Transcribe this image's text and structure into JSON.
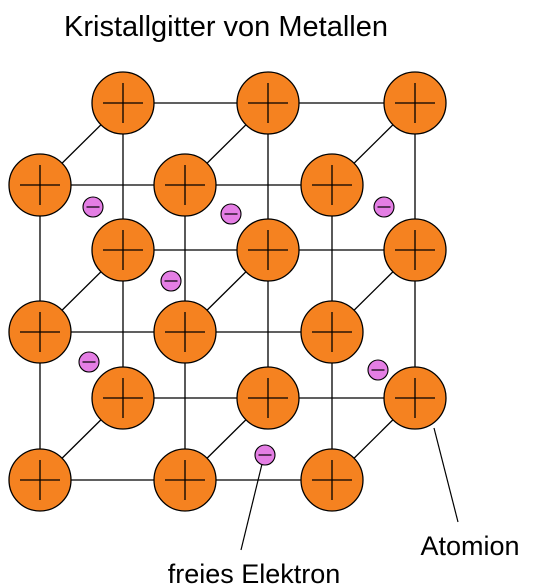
{
  "title": "Kristallgitter von Metallen",
  "labels": {
    "ion": "Atomion",
    "electron": "freies Elektron"
  },
  "colors": {
    "ion_fill": "#f58220",
    "electron_fill": "#e47ee4",
    "line": "#000000",
    "background": "#ffffff"
  },
  "icons": {
    "ion": "plus-in-circle",
    "electron": "minus-in-circle"
  }
}
